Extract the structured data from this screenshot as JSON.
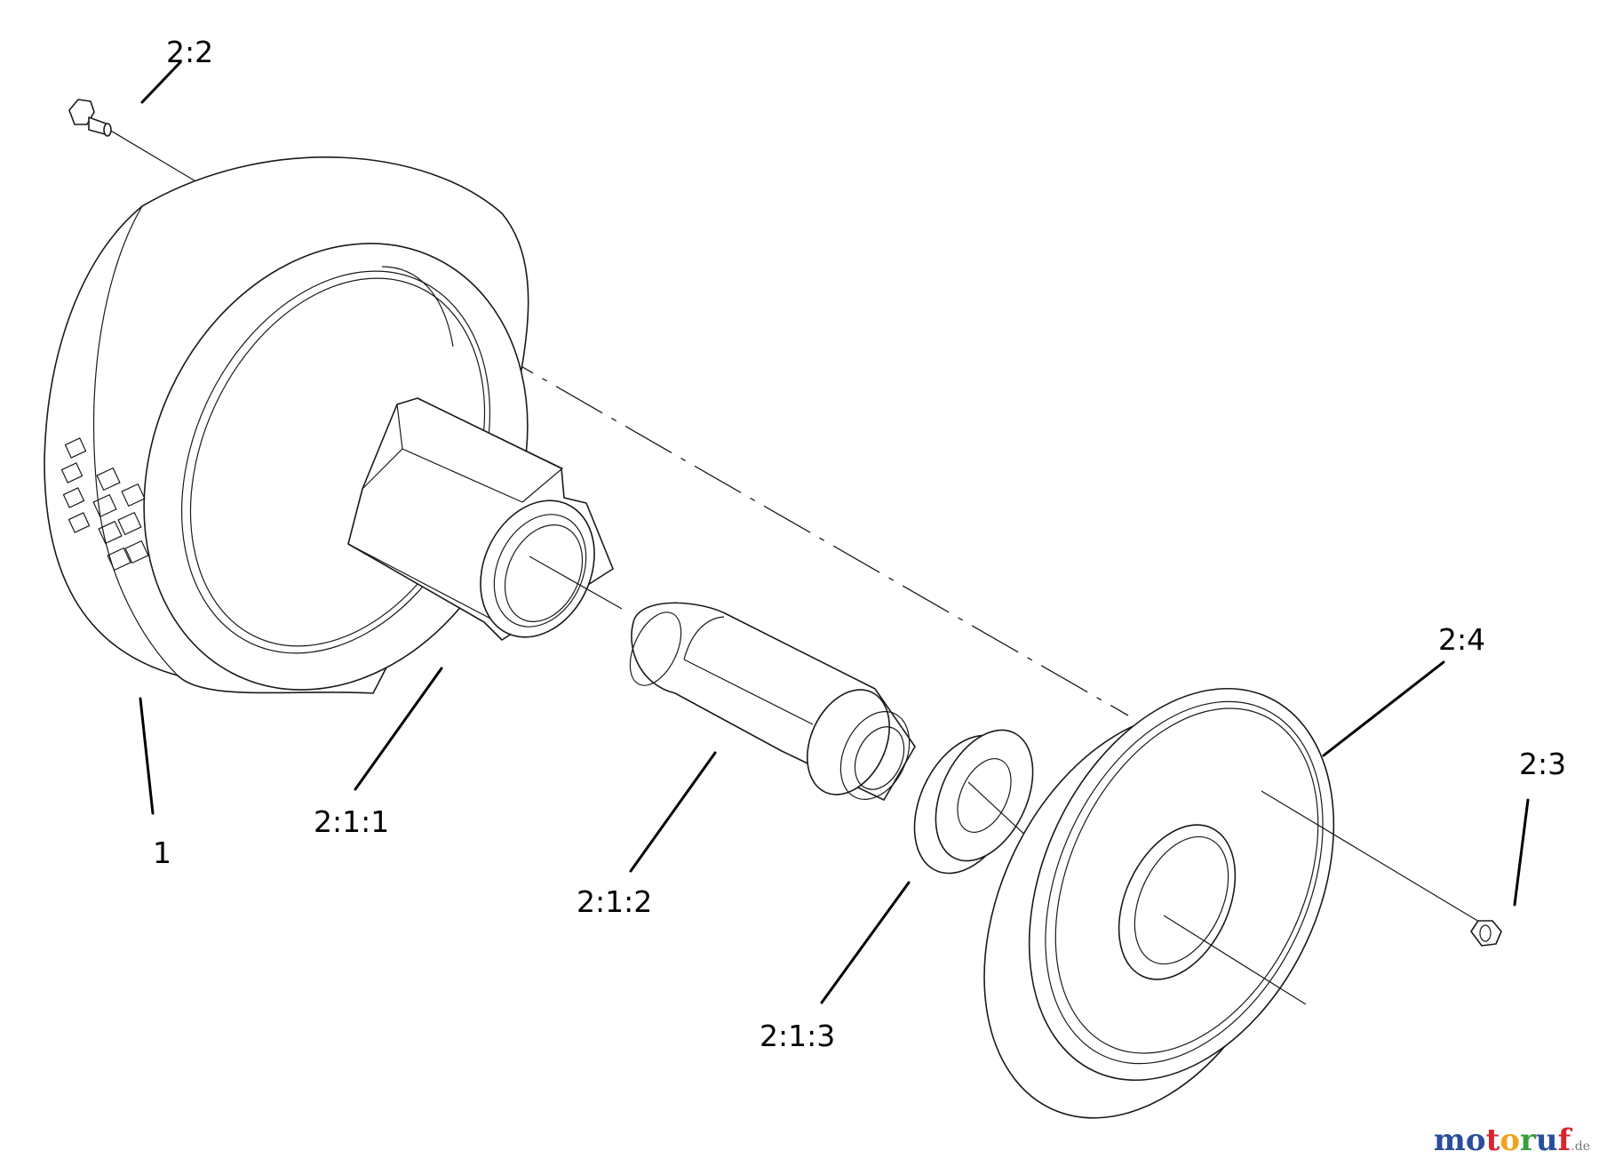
{
  "callouts": [
    {
      "id": "label-1",
      "text": "1"
    },
    {
      "id": "label-2-1-1",
      "text": "2:1:1"
    },
    {
      "id": "label-2-1-2",
      "text": "2:1:2"
    },
    {
      "id": "label-2-1-3",
      "text": "2:1:3"
    },
    {
      "id": "label-2-2",
      "text": "2:2"
    },
    {
      "id": "label-2-3",
      "text": "2:3"
    },
    {
      "id": "label-2-4",
      "text": "2:4"
    }
  ],
  "watermark": {
    "brand": "motoruf",
    "suffix": ".de",
    "letter_colors": [
      "#2a4e9b",
      "#2a4e9b",
      "#d9232a",
      "#f2a21b",
      "#3a9d3c",
      "#2a4e9b",
      "#d9232a"
    ]
  }
}
